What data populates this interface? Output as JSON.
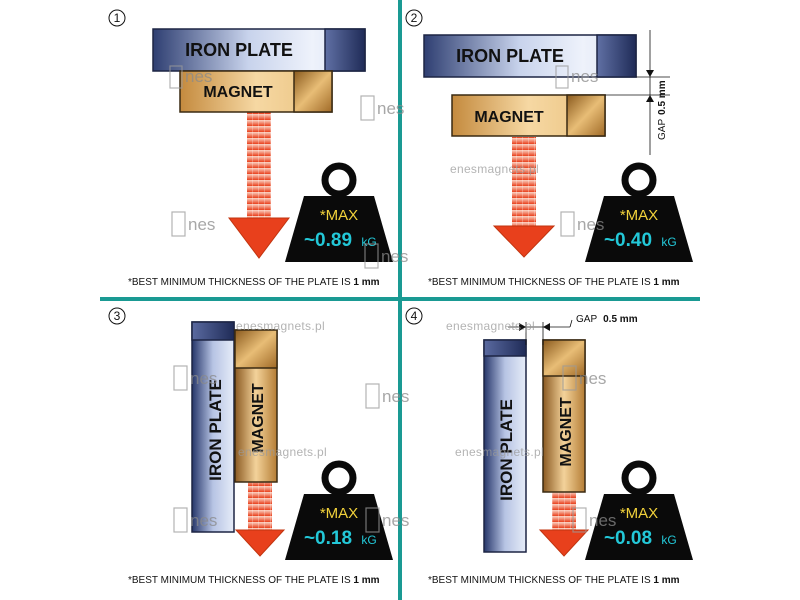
{
  "panels": [
    {
      "number": "1",
      "iron_label": "IRON PLATE",
      "magnet_label": "MAGNET",
      "max_label": "*MAX",
      "value": "~0.89",
      "unit": "kG",
      "note_prefix": "*BEST MINIMUM THICKNESS OF THE PLATE IS ",
      "note_bold": "1 mm"
    },
    {
      "number": "2",
      "iron_label": "IRON PLATE",
      "magnet_label": "MAGNET",
      "gap_label": "GAP",
      "gap_value": "0.5 mm",
      "max_label": "*MAX",
      "value": "~0.40",
      "unit": "kG",
      "note_prefix": "*BEST MINIMUM THICKNESS OF THE PLATE IS ",
      "note_bold": "1 mm"
    },
    {
      "number": "3",
      "iron_label": "IRON  PLATE",
      "magnet_label": "MAGNET",
      "max_label": "*MAX",
      "value": "~0.18",
      "unit": "kG",
      "note_prefix": "*BEST MINIMUM THICKNESS OF THE PLATE IS ",
      "note_bold": "1 mm"
    },
    {
      "number": "4",
      "iron_label": "IRON PLATE",
      "magnet_label": "MAGNET",
      "gap_label": "GAP",
      "gap_value": "0.5 mm",
      "max_label": "*MAX",
      "value": "~0.08",
      "unit": "kG",
      "note_prefix": "*BEST MINIMUM THICKNESS OF THE PLATE IS ",
      "note_bold": "1 mm"
    }
  ],
  "watermark": {
    "url": "enesmagnets.pl",
    "logo_text": "nes"
  },
  "colors": {
    "divider": "#1a9a93",
    "arrow": "#e8401c",
    "weight": "#0a0a0a",
    "value": "#23c8d8",
    "max": "#f2d23b"
  }
}
